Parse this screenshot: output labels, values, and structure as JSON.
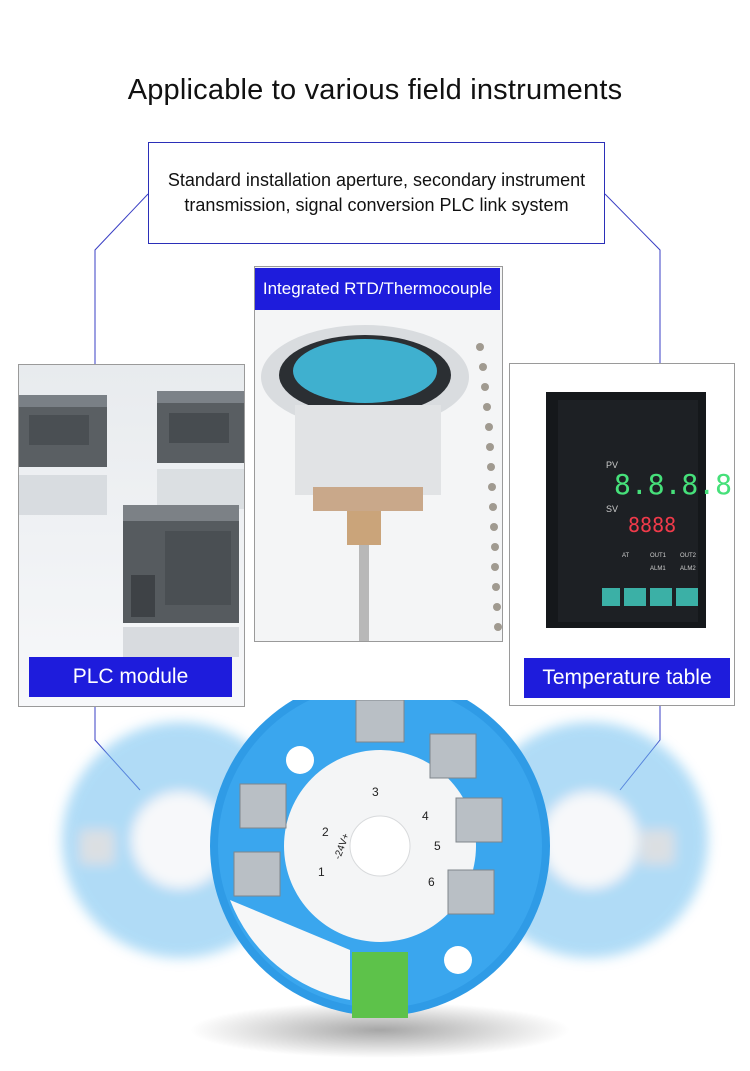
{
  "heading": "Applicable to various field instruments",
  "description": "Standard installation aperture, secondary instrument transmission, signal conversion PLC link system",
  "panels": {
    "left": {
      "label": "PLC module"
    },
    "middle": {
      "label": "Integrated RTD/Thermocouple"
    },
    "right": {
      "label": "Temperature table"
    }
  },
  "controller_display": {
    "pv_label": "PV",
    "sv_label": "SV",
    "pv_value": "8.8.8.8",
    "sv_value": "8888",
    "indicators": [
      "AT",
      "OUT1",
      "OUT2",
      "ALM1",
      "ALM2"
    ]
  },
  "transmitter": {
    "terminal_numbers": [
      "1",
      "2",
      "3",
      "4",
      "5",
      "6"
    ],
    "power_marking": "-24V+"
  },
  "colors": {
    "accent_blue": "#1e1cdc",
    "connector_line": "#3a3fc4",
    "transmitter_blue": "#2f9be6",
    "usb_green": "#5dc24a"
  }
}
